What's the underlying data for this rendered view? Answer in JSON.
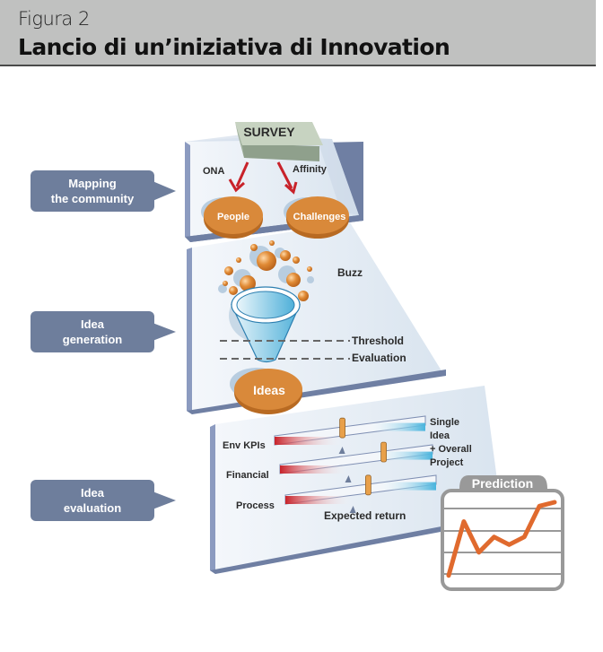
{
  "header": {
    "figure_label": "Figura 2",
    "title": "Lancio di un’iniziativa di Innovation"
  },
  "stages": [
    {
      "label_line1": "Mapping",
      "label_line2": "the community"
    },
    {
      "label_line1": "Idea",
      "label_line2": "generation"
    },
    {
      "label_line1": "Idea",
      "label_line2": "evaluation"
    }
  ],
  "mapping": {
    "survey": "SURVEY",
    "arrow_left_label": "ONA",
    "arrow_right_label": "Affinity",
    "node_left": "People",
    "node_right": "Challenges"
  },
  "generation": {
    "buzz_label": "Buzz",
    "threshold_label": "Threshold",
    "evaluation_label": "Evaluation",
    "output_node": "Ideas"
  },
  "evaluation": {
    "sliders": [
      {
        "label": "Env KPIs",
        "marker": 0.45
      },
      {
        "label": "Financial",
        "marker": 0.68
      },
      {
        "label": "Process",
        "marker": 0.55
      }
    ],
    "scope_label_lines": [
      "Single",
      "Idea",
      "+ Overall",
      "Project"
    ],
    "expected_return_label": "Expected return"
  },
  "prediction": {
    "title": "Prediction",
    "trend": [
      0.05,
      0.75,
      0.35,
      0.55,
      0.45,
      0.55,
      0.95,
      1.0
    ]
  },
  "colors": {
    "header_bg": "#c0c1c0",
    "stage_label_bg": "#6e7e9c",
    "node_orange": "#d9893a",
    "arrow_red": "#c8222a",
    "trend_orange": "#e06a2e",
    "panel_edge": "#7f8fb3"
  }
}
